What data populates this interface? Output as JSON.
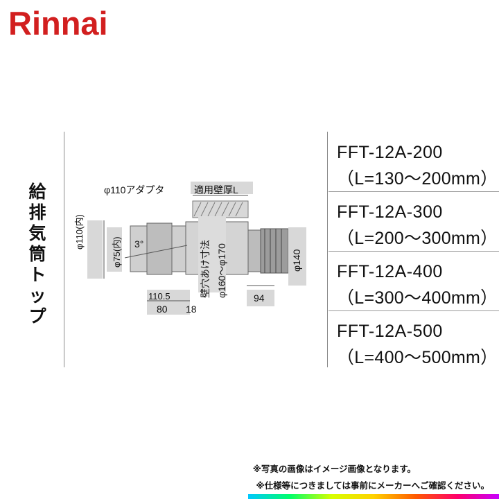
{
  "brand": {
    "logo_text": "Rinnai",
    "color": "#d21f1f"
  },
  "product": {
    "title_chars": [
      "給",
      "排",
      "気",
      "筒",
      "ト",
      "ッ",
      "プ"
    ]
  },
  "models": [
    {
      "name": "FFT-12A-200",
      "range": "（L=130〜200mm）"
    },
    {
      "name": "FFT-12A-300",
      "range": "（L=200〜300mm）"
    },
    {
      "name": "FFT-12A-400",
      "range": "（L=300〜400mm）"
    },
    {
      "name": "FFT-12A-500",
      "range": "（L=400〜500mm）"
    }
  ],
  "diagram": {
    "adapter_label": "φ110アダプタ",
    "wall_label": "適用壁厚L",
    "d110_label": "φ110(内)",
    "d75_label": "φ75(内)",
    "angle_label": "3°",
    "hole_label": "壁穴あけ寸法",
    "hole_range_label": "φ160〜φ170",
    "d140_label": "φ140",
    "dim_1105": "110.5",
    "dim_80": "80",
    "dim_18": "18",
    "dim_94": "94"
  },
  "notes": {
    "line1": "※写真の画像はイメージ画像となります。",
    "line2": "※仕様等につきましては事前にメーカーへご確認ください。"
  }
}
